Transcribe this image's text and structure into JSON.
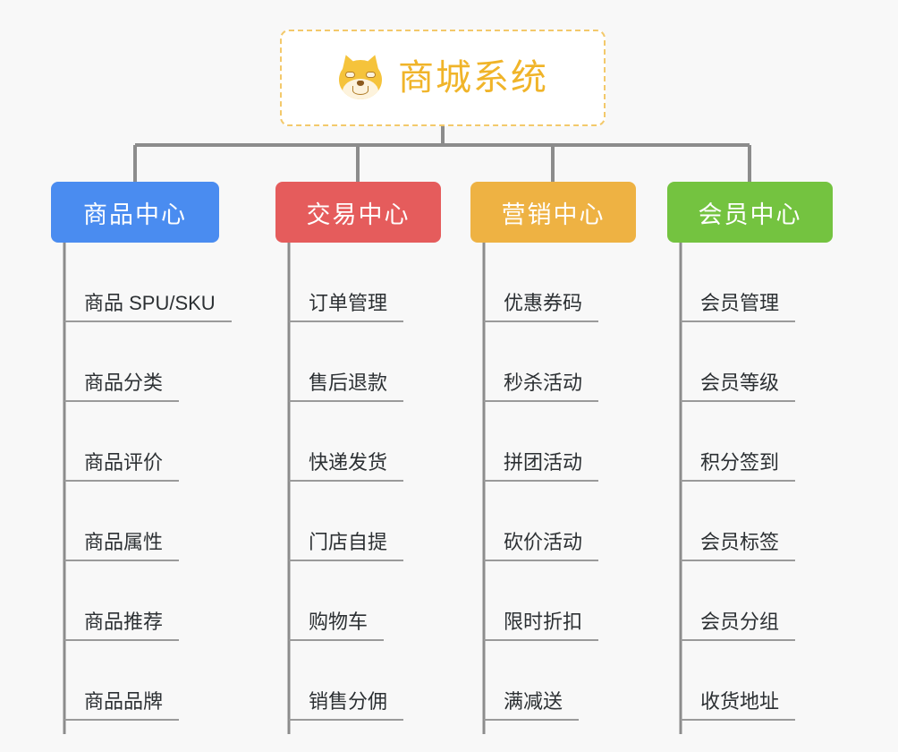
{
  "page": {
    "background_color": "#f8f8f8",
    "diagram_type": "mind-map"
  },
  "root": {
    "title": "商城系统",
    "icon": "shiba-dog-emoji",
    "border_color": "#f3c96b",
    "text_color": "#f0b429",
    "background_color": "#ffffff"
  },
  "connector": {
    "color": "#8c8c8c"
  },
  "branches": [
    {
      "label": "商品中心",
      "color": "#4a8cf0",
      "items": [
        "商品 SPU/SKU",
        "商品分类",
        "商品评价",
        "商品属性",
        "商品推荐",
        "商品品牌"
      ]
    },
    {
      "label": "交易中心",
      "color": "#e55c5c",
      "items": [
        "订单管理",
        "售后退款",
        "快递发货",
        "门店自提",
        "购物车",
        "销售分佣"
      ]
    },
    {
      "label": "营销中心",
      "color": "#eeb243",
      "items": [
        "优惠券码",
        "秒杀活动",
        "拼团活动",
        "砍价活动",
        "限时折扣",
        "满减送"
      ]
    },
    {
      "label": "会员中心",
      "color": "#74c340",
      "items": [
        "会员管理",
        "会员等级",
        "积分签到",
        "会员标签",
        "会员分组",
        "收货地址"
      ]
    }
  ]
}
